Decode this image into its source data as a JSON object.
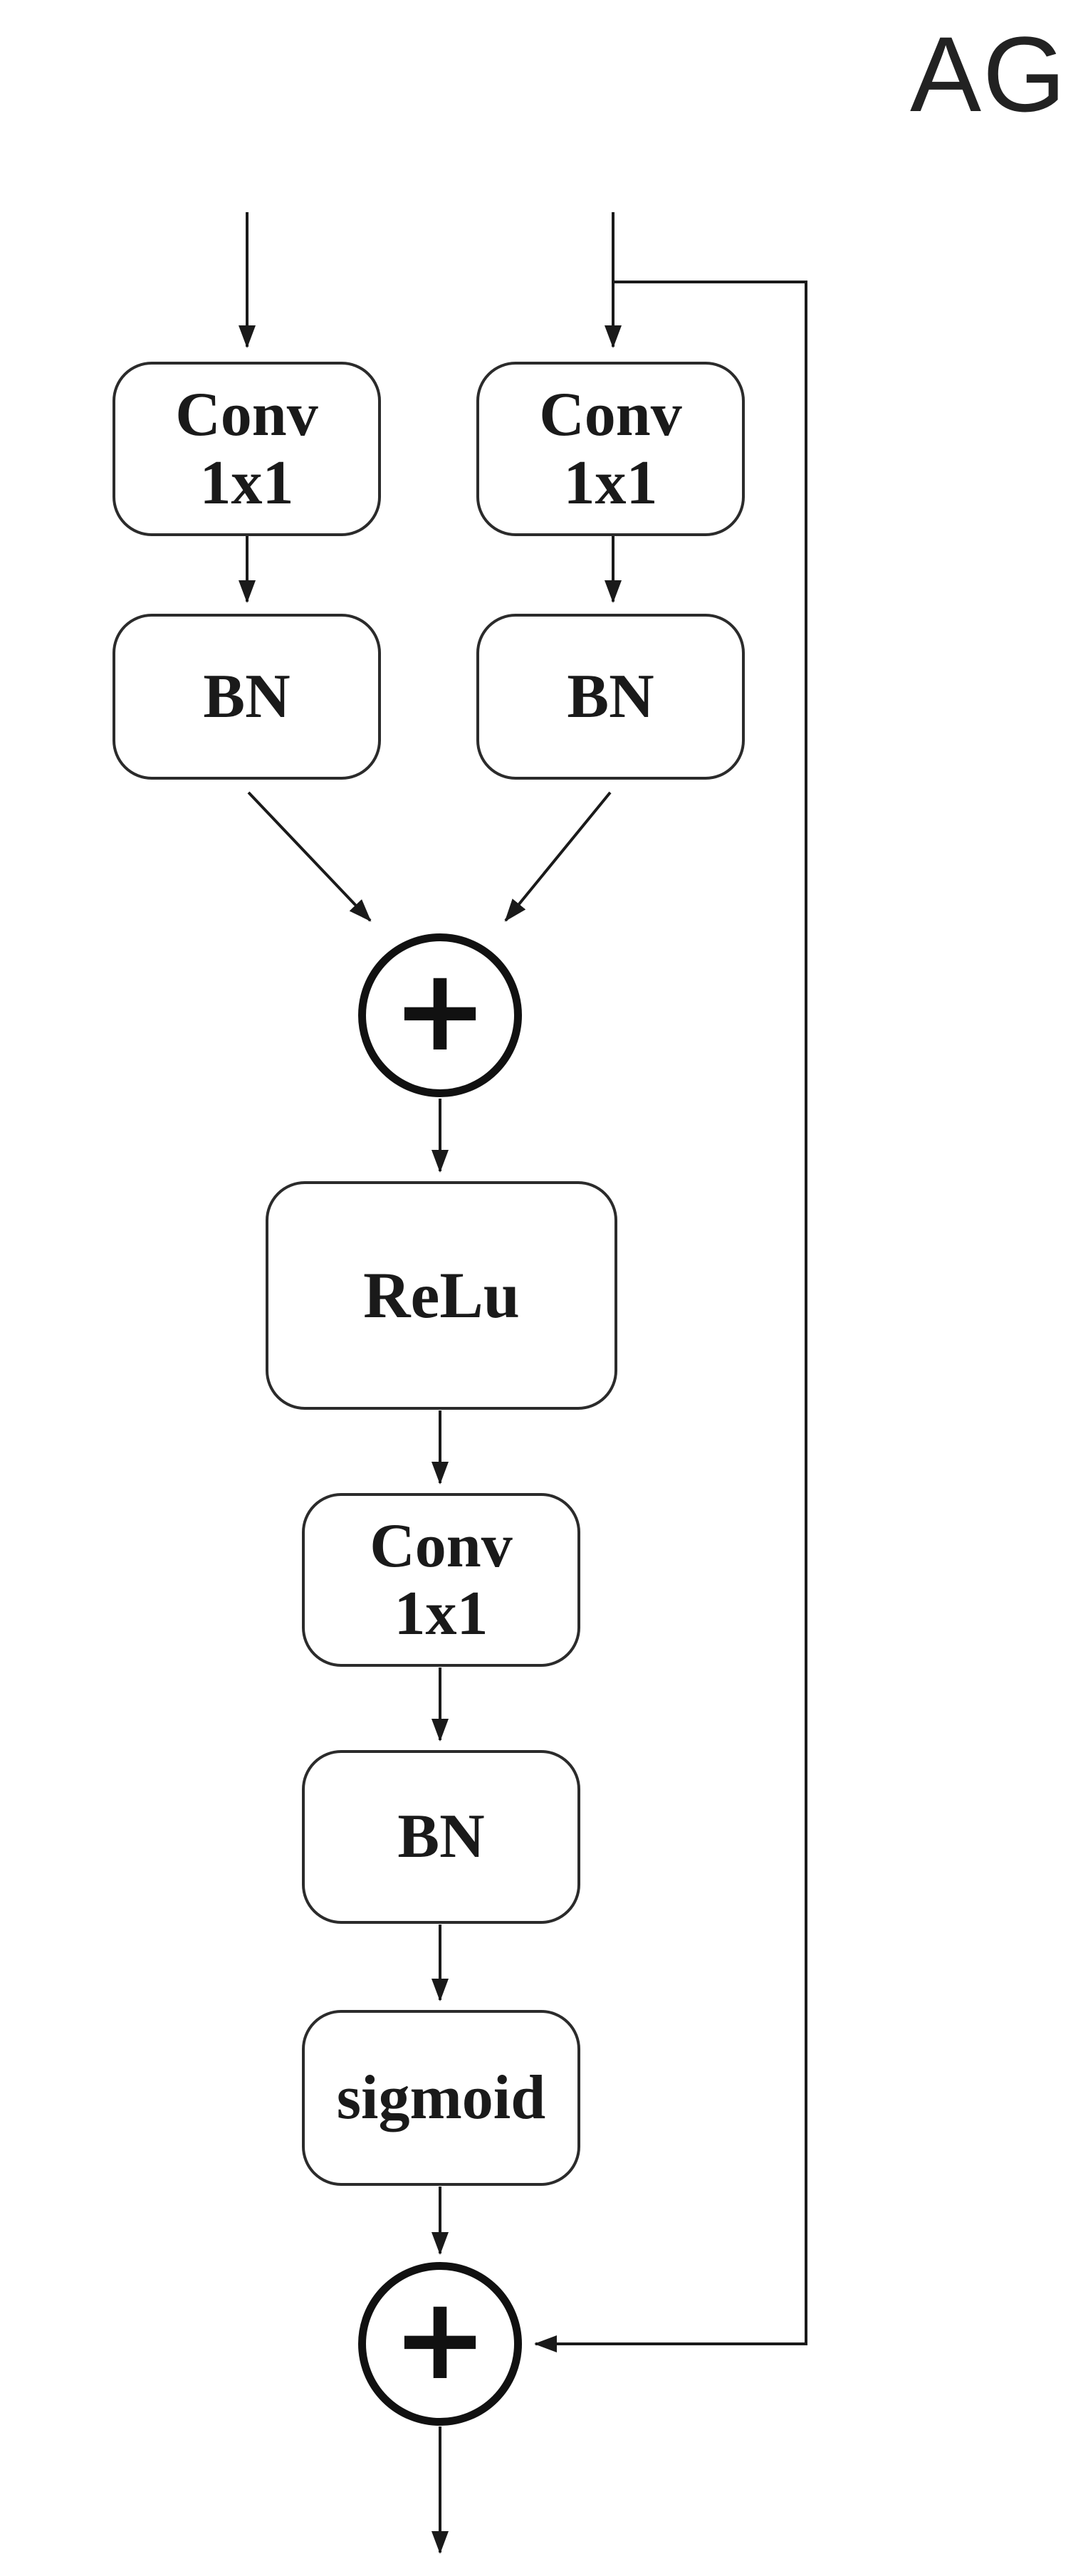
{
  "title": "AG",
  "nodes": {
    "conv_left": {
      "line1": "Conv",
      "line2": "1x1"
    },
    "conv_right": {
      "line1": "Conv",
      "line2": "1x1"
    },
    "bn_left": {
      "label": "BN"
    },
    "bn_right": {
      "label": "BN"
    },
    "add1": {
      "label": "+"
    },
    "relu": {
      "label": "ReLu"
    },
    "conv_mid": {
      "line1": "Conv",
      "line2": "1x1"
    },
    "bn_mid": {
      "label": "BN"
    },
    "sigmoid": {
      "label": "sigmoid"
    },
    "add2": {
      "label": "+"
    }
  },
  "colors": {
    "line": "#1a1a1a",
    "box_border": "#2b2b2b",
    "text": "#1a1a1a",
    "background": "#ffffff"
  }
}
